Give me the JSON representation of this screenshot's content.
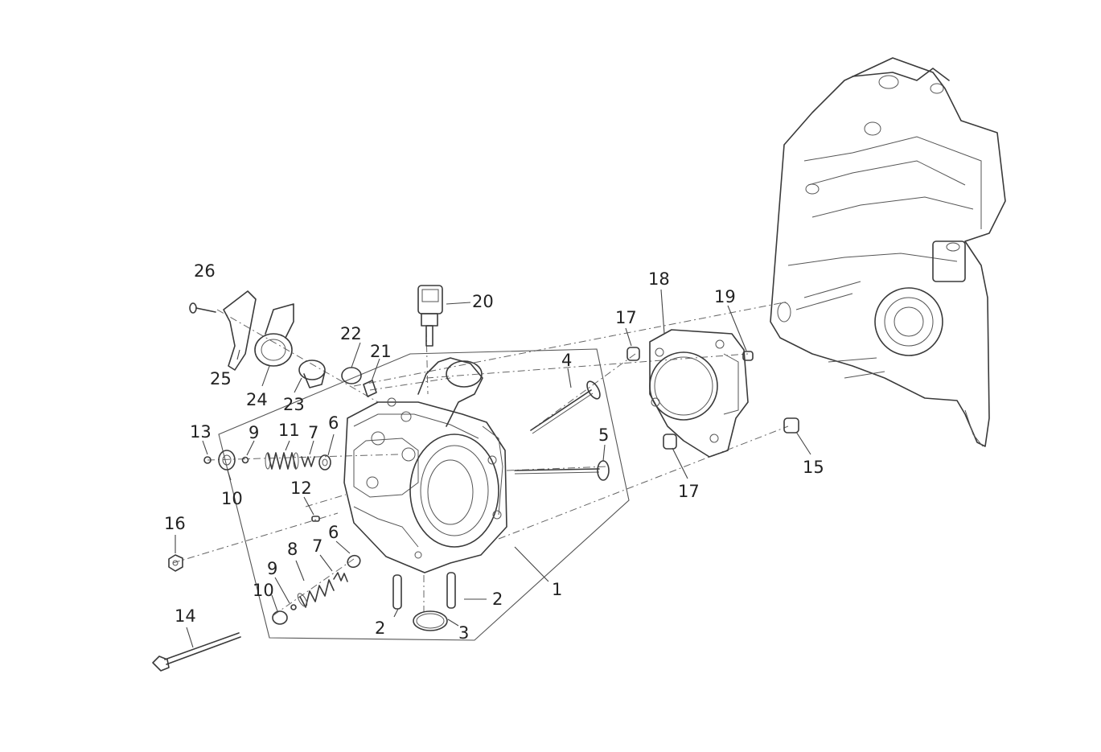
{
  "callouts": [
    "26",
    "25",
    "24",
    "23",
    "22",
    "21",
    "20",
    "4",
    "5",
    "1",
    "2",
    "2",
    "3",
    "13",
    "9",
    "11",
    "7",
    "6",
    "10",
    "12",
    "16",
    "8",
    "7",
    "6",
    "9",
    "10",
    "14",
    "17",
    "18",
    "19",
    "17",
    "15"
  ],
  "parts": [
    "part-1-cylinder-head",
    "part-2-dowel-pin",
    "part-3-o-ring",
    "part-4-valve",
    "part-5-valve",
    "part-6-seal",
    "part-7-spring",
    "part-8-spring",
    "part-9-cotter",
    "part-10-retainer",
    "part-11-spring",
    "part-12-pin",
    "part-13-cotter",
    "part-14-bolt",
    "part-15-dowel",
    "part-16-nut",
    "part-17-dowel",
    "part-18-head-gasket",
    "part-19-dowel",
    "part-20-sensor",
    "part-21-fitting",
    "part-22-plug",
    "part-23-thermostat",
    "part-24-thermostat-cover",
    "part-25-bracket",
    "part-26-screw",
    "crankcase"
  ]
}
